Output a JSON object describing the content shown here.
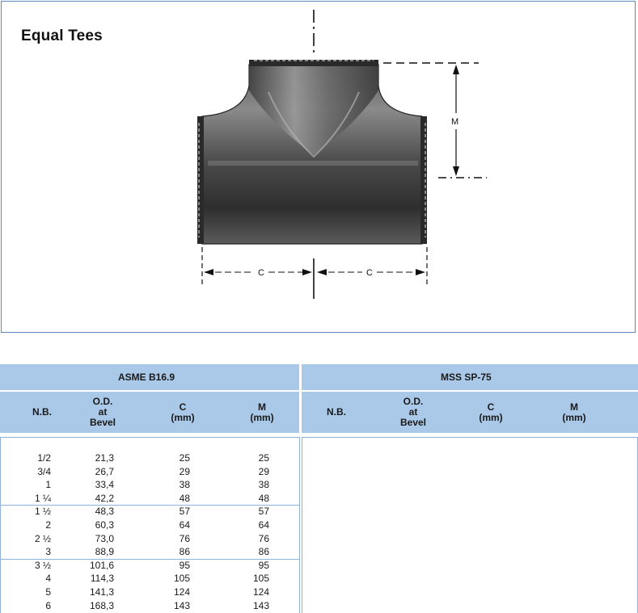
{
  "title": "Equal Tees",
  "drawing": {
    "dim_m": "M",
    "dim_c_left": "C",
    "dim_c_right": "C"
  },
  "colors": {
    "panel_border": "#5b86c0",
    "header_bg": "#aac8e7",
    "rule": "#8fb1da"
  },
  "table": {
    "left_standard": "ASME B16.9",
    "right_standard": "MSS SP-75",
    "headers": {
      "nb": "N.B.",
      "od_1": "O.D.",
      "od_2": "at",
      "od_3": "Bevel",
      "c_1": "C",
      "c_2": "(mm)",
      "m_1": "M",
      "m_2": "(mm)"
    },
    "rows": [
      {
        "nb": "1/2",
        "od": "21,3",
        "c": "25",
        "m": "25"
      },
      {
        "nb": "3/4",
        "od": "26,7",
        "c": "29",
        "m": "29"
      },
      {
        "nb": "1",
        "od": "33,4",
        "c": "38",
        "m": "38"
      },
      {
        "nb": "1 ¼",
        "od": "42,2",
        "c": "48",
        "m": "48"
      },
      {
        "nb": "1 ½",
        "od": "48,3",
        "c": "57",
        "m": "57"
      },
      {
        "nb": "2",
        "od": "60,3",
        "c": "64",
        "m": "64"
      },
      {
        "nb": "2 ½",
        "od": "73,0",
        "c": "76",
        "m": "76"
      },
      {
        "nb": "3",
        "od": "88,9",
        "c": "86",
        "m": "86"
      },
      {
        "nb": "3 ½",
        "od": "101,6",
        "c": "95",
        "m": "95"
      },
      {
        "nb": "4",
        "od": "114,3",
        "c": "105",
        "m": "105"
      },
      {
        "nb": "5",
        "od": "141,3",
        "c": "124",
        "m": "124"
      },
      {
        "nb": "6",
        "od": "168,3",
        "c": "143",
        "m": "143"
      }
    ]
  }
}
